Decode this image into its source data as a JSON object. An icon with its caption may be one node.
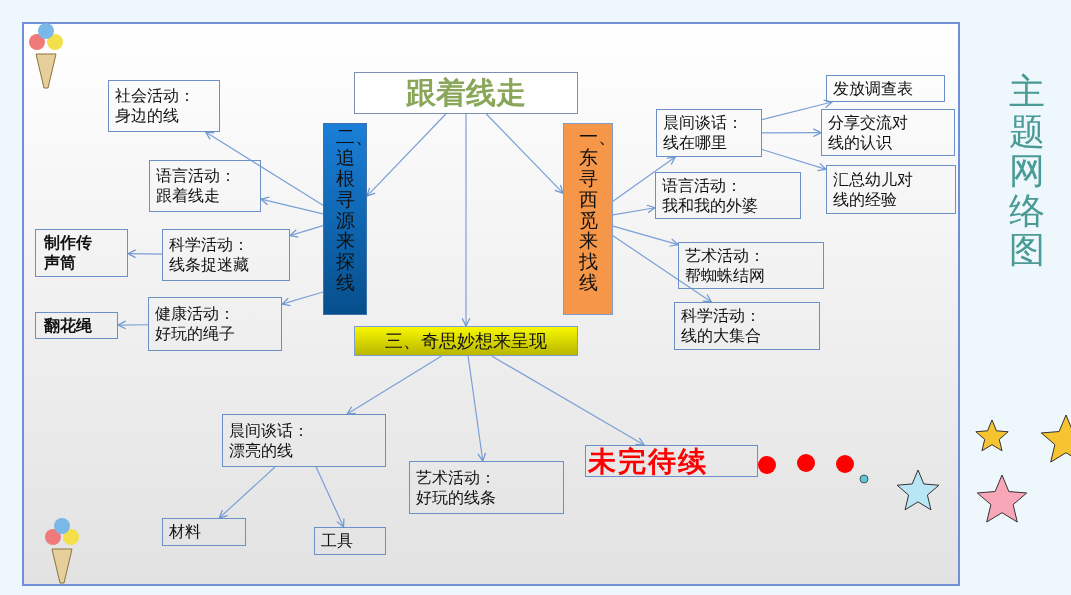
{
  "diagram": {
    "nodes": [
      {
        "text": [
          "跟着线走"
        ]
      },
      {
        "text": [
          "二、追根寻源来探线"
        ]
      },
      {
        "text": [
          "一、东寻西觅来找线"
        ]
      },
      {
        "text": [
          "三、奇思妙想来呈现"
        ]
      },
      {
        "text": [
          "社会活动：身边的线"
        ]
      },
      {
        "text": [
          "语言活动：跟着线走"
        ]
      },
      {
        "text": [
          "制作传声筒"
        ]
      },
      {
        "text": [
          "科学活动：线条捉迷藏"
        ]
      },
      {
        "text": [
          "翻花绳"
        ]
      },
      {
        "text": [
          "健康活动：好玩的绳子"
        ]
      },
      {
        "text": [
          "晨间谈话：线在哪里"
        ]
      },
      {
        "text": [
          "发放调查表"
        ]
      },
      {
        "text": [
          "分享交流对线的认识"
        ]
      },
      {
        "text": [
          "汇总幼儿对线的经验"
        ]
      },
      {
        "text": [
          "语言活动：我和我的外婆"
        ]
      },
      {
        "text": [
          "艺术活动：帮蜘蛛结网"
        ]
      },
      {
        "text": [
          "科学活动：线的大集合"
        ]
      },
      {
        "text": [
          "晨间谈话：漂亮的线"
        ]
      },
      {
        "text": [
          "材料"
        ]
      },
      {
        "text": [
          "工具"
        ]
      },
      {
        "text": [
          "艺术活动：好玩的线条"
        ]
      },
      {
        "text": [
          "未完待续"
        ]
      }
    ],
    "edges": [
      {
        "from": 0,
        "to": 1,
        "arrow": "to"
      },
      {
        "from": 0,
        "to": 3,
        "arrow": "to"
      },
      {
        "from": 0,
        "to": 2,
        "arrow": "to"
      },
      {
        "from": 1,
        "to": 4,
        "arrow": "to"
      },
      {
        "from": 1,
        "to": 5,
        "arrow": "to"
      },
      {
        "from": 1,
        "to": 7,
        "arrow": "to"
      },
      {
        "from": 1,
        "to": 9,
        "arrow": "to"
      },
      {
        "from": 7,
        "to": 6,
        "arrow": "to"
      },
      {
        "from": 9,
        "to": 8,
        "arrow": "to"
      },
      {
        "from": 2,
        "to": 10,
        "arrow": "to"
      },
      {
        "from": 2,
        "to": 14,
        "arrow": "to"
      },
      {
        "from": 2,
        "to": 15,
        "arrow": "to"
      },
      {
        "from": 2,
        "to": 16,
        "arrow": "to"
      },
      {
        "from": 10,
        "to": 11,
        "arrow": "to"
      },
      {
        "from": 10,
        "to": 12,
        "arrow": "to"
      },
      {
        "from": 10,
        "to": 13,
        "arrow": "to"
      },
      {
        "from": 3,
        "to": 17,
        "arrow": "to"
      },
      {
        "from": 3,
        "to": 20,
        "arrow": "to"
      },
      {
        "from": 3,
        "to": 21,
        "arrow": "to"
      },
      {
        "from": 17,
        "to": 18,
        "arrow": "to"
      },
      {
        "from": 17,
        "to": 19,
        "arrow": "to"
      }
    ],
    "labels": [
      "主题网络图"
    ]
  }
}
